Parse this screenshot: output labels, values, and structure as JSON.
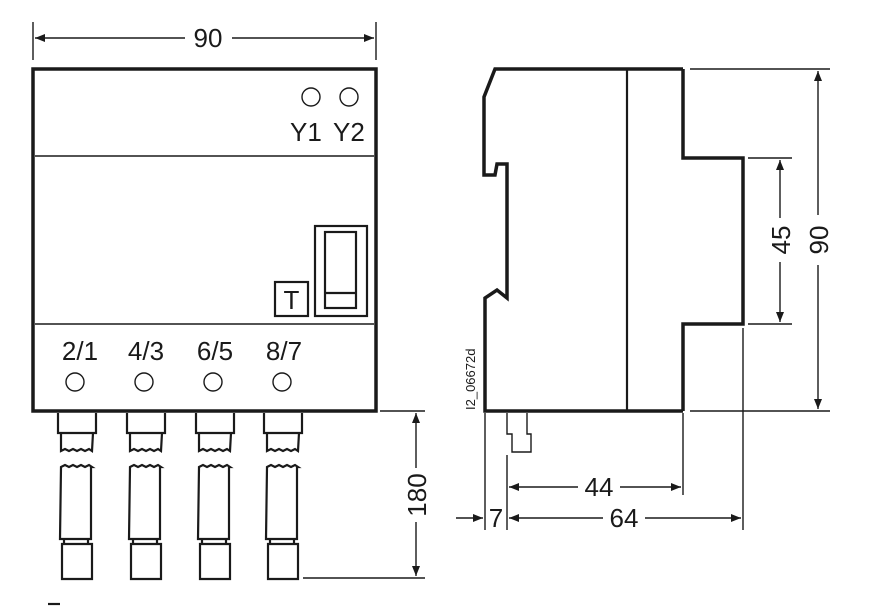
{
  "front_view": {
    "width_dim": "90",
    "height_dim": "180",
    "coil_terminals": [
      "Y1",
      "Y2"
    ],
    "test_button": "T",
    "main_terminals": [
      "2/1",
      "4/3",
      "6/5",
      "8/7"
    ]
  },
  "side_view": {
    "drawing_id": "I2_06672d",
    "height_dim": "90",
    "front_height_dim": "45",
    "depth_dim_44": "44",
    "depth_dim_64": "64",
    "offset_dim": "7"
  }
}
